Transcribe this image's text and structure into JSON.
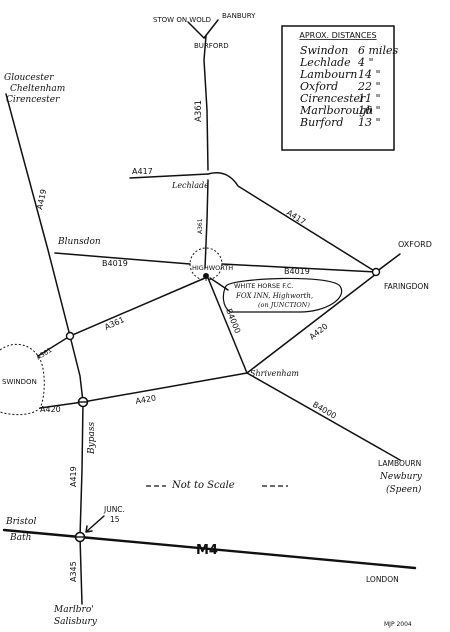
{
  "legend": {
    "title": "APROX. DISTANCES",
    "items": [
      {
        "place": "Swindon",
        "distance": "6 miles"
      },
      {
        "place": "Lechlade",
        "distance": "4 \""
      },
      {
        "place": "Lambourn",
        "distance": "14 \""
      },
      {
        "place": "Oxford",
        "distance": "22 \""
      },
      {
        "place": "Cirencester",
        "distance": "11 \""
      },
      {
        "place": "Marlborough",
        "distance": "16 \""
      },
      {
        "place": "Burford",
        "distance": "13 \""
      }
    ]
  },
  "places": {
    "stow_on_wold": "STOW ON WOLD",
    "banbury": "BANBURY",
    "burford": "BURFORD",
    "gloucester": "Gloucester",
    "cheltenham": "Cheltenham",
    "cirencester": "Cirencester",
    "lechlade": "Lechlade",
    "blunsdon": "Blunsdon",
    "highworth": "HIGHWORTH",
    "oxford": "OXFORD",
    "faringdon": "FARINGDON",
    "swindon": "SWINDON",
    "shrivenham": "Shrivenham",
    "lambourn": "LAMBOURN",
    "newbury": "Newbury",
    "speen": "(Speen)",
    "bristol": "Bristol",
    "bath": "Bath",
    "london": "LONDON",
    "marlboro": "Marlbro'",
    "salisbury": "Salisbury"
  },
  "roads": {
    "a361_north": "A361",
    "a361_south": "A361",
    "a361_west": "A361",
    "a361_swindon": "A361",
    "a417_west": "A417",
    "a417_east": "A417",
    "a419_north": "A419",
    "a419_south": "A419",
    "bypass": "Bypass",
    "b4019_west": "B4019",
    "b4019_east": "B4019",
    "b4000_north": "B4000",
    "b4000_south": "B4000",
    "a420_east": "A420",
    "a420_mid": "A420",
    "a420_west": "A420",
    "m4": "M4",
    "a345": "A345",
    "junction": "JUNC.",
    "junction_no": "15"
  },
  "venue": {
    "line1": "WHITE HORSE F.C.",
    "line2": "FOX INN, Highworth,",
    "line3": "(on JUNCTION)"
  },
  "scale_note": "Not to Scale",
  "signature": "MJP 2004"
}
